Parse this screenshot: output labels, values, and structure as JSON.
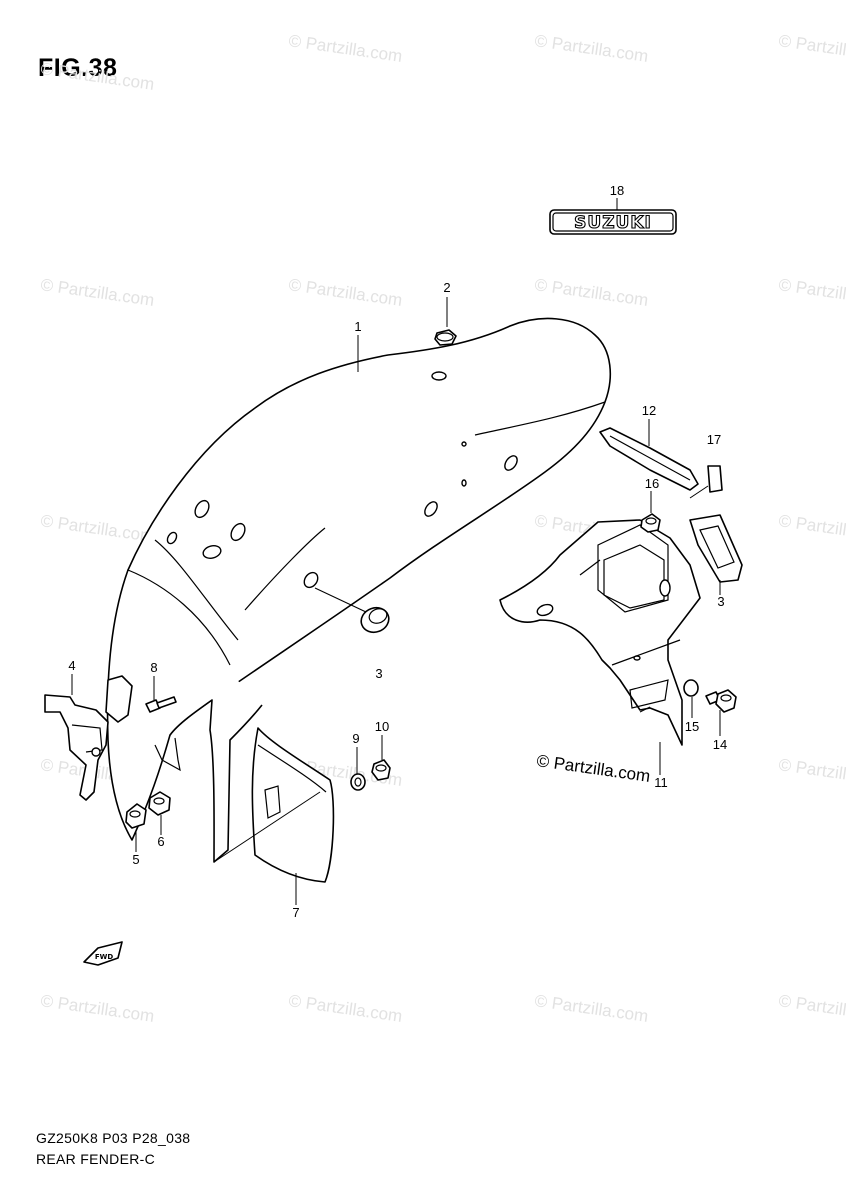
{
  "figure": {
    "title": "FIG.38",
    "code": "GZ250K8 P03 P28_038",
    "name": "REAR FENDER-C"
  },
  "watermark": {
    "text": "© Partzilla.com",
    "copyright_text": "© Partzilla.com",
    "color": "#e2e2e2"
  },
  "emblem": {
    "text": "SUZUKI"
  },
  "front_arrow": {
    "text": "FWD"
  },
  "callouts": {
    "c1": "1",
    "c2": "2",
    "c3a": "3",
    "c3b": "3",
    "c4": "4",
    "c5": "5",
    "c6": "6",
    "c7": "7",
    "c8": "8",
    "c9": "9",
    "c10": "10",
    "c11": "11",
    "c12": "12",
    "c14": "14",
    "c15": "15",
    "c16": "16",
    "c17": "17",
    "c18": "18"
  }
}
